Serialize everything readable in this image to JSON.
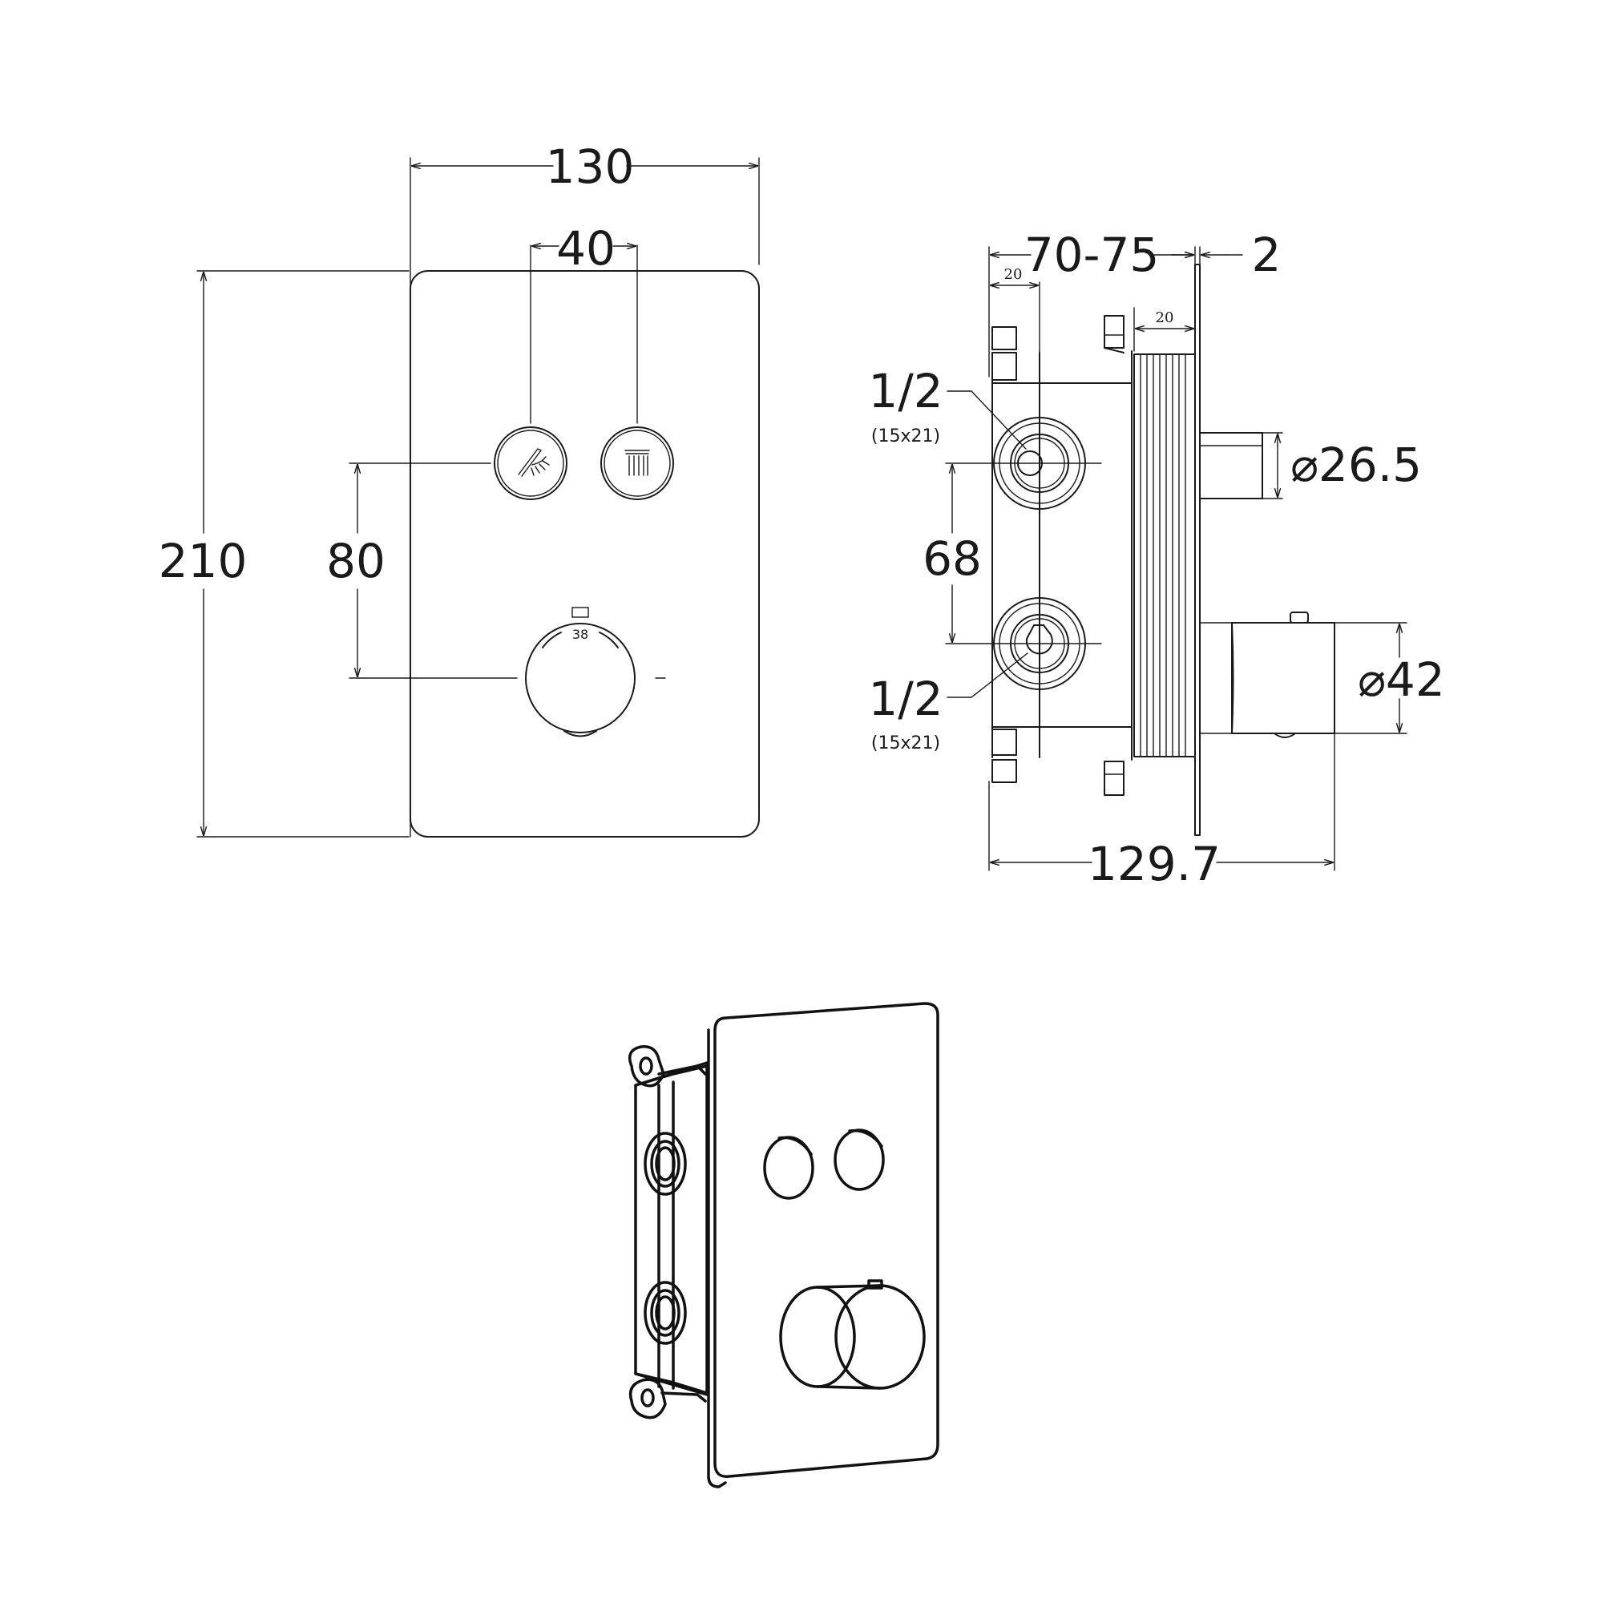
{
  "front_view": {
    "width": "130",
    "button_spacing": "40",
    "height": "210",
    "knob_offset": "80",
    "knob_marking": "38",
    "button_icons": [
      "handheld-shower-icon",
      "overhead-shower-icon"
    ]
  },
  "side_view": {
    "depth": "70-75",
    "plate_thickness": "2",
    "offset_left": "20",
    "offset_right": "20",
    "inlet_top_size": "1/2",
    "inlet_top_spec": "(15x21)",
    "inlet_bottom_size": "1/2",
    "inlet_bottom_spec": "(15x21)",
    "inlet_spacing": "68",
    "button_diameter": "⌀26.5",
    "knob_diameter": "⌀42",
    "overall_depth": "129.7"
  },
  "perspective_view": {}
}
